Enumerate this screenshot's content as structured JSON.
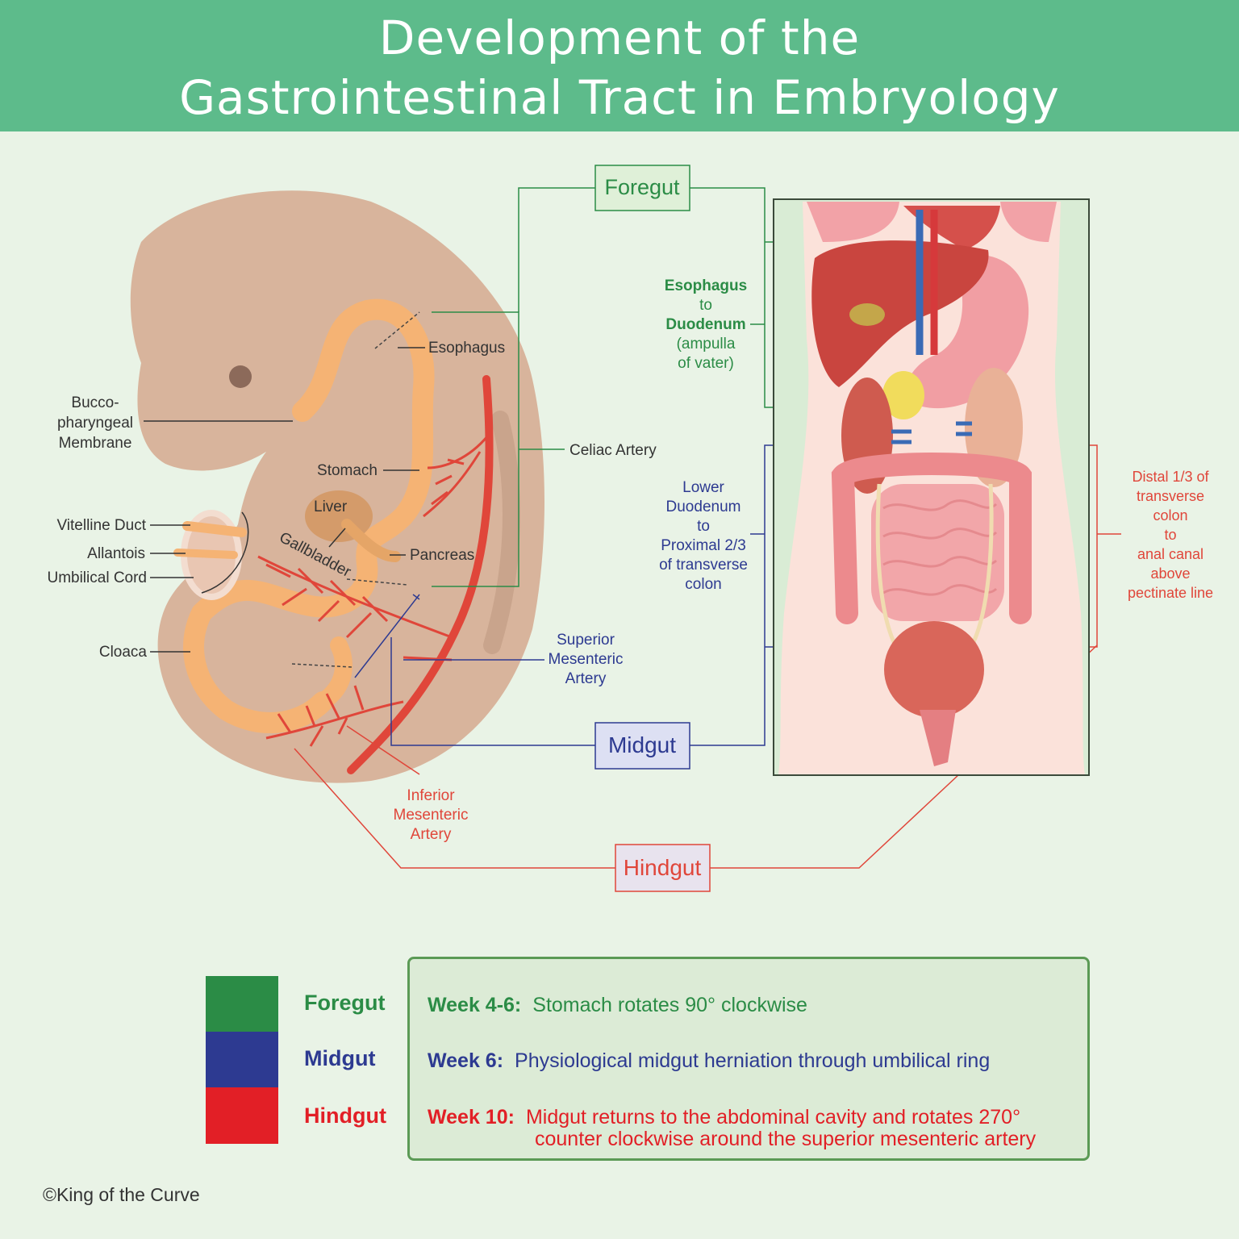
{
  "title": {
    "line1": "Development of the",
    "line2": "Gastrointestinal Tract in Embryology"
  },
  "colors": {
    "header": "#5dbb8b",
    "background": "#e9f3e6",
    "foregut": "#2b8c46",
    "midgut": "#2d3a91",
    "hindgut": "#e21f26",
    "embryo_skin": "#d8b49c",
    "gut_tube": "#f5b374",
    "artery": "#e0463a"
  },
  "embryo_labels": {
    "bucco": [
      "Bucco-",
      "pharyngeal",
      "Membrane"
    ],
    "vitelline": "Vitelline Duct",
    "allantois": "Allantois",
    "umbilical": "Umbilical Cord",
    "cloaca": "Cloaca",
    "esophagus": "Esophagus",
    "stomach": "Stomach",
    "liver": "Liver",
    "gallbladder": "Gallbladder",
    "pancreas": "Pancreas",
    "celiac": "Celiac Artery",
    "sma": [
      "Superior",
      "Mesenteric",
      "Artery"
    ],
    "ima": [
      "Inferior",
      "Mesenteric",
      "Artery"
    ]
  },
  "boxes": {
    "foregut": "Foregut",
    "midgut": "Midgut",
    "hindgut": "Hindgut"
  },
  "region_text": {
    "foregut": [
      "Esophagus",
      "to",
      "Duodenum",
      "(ampulla",
      "of vater)"
    ],
    "midgut": [
      "Lower",
      "Duodenum",
      "to",
      "Proximal 2/3",
      "of transverse",
      "colon"
    ],
    "hindgut": [
      "Distal 1/3 of",
      "transverse",
      "colon",
      "to",
      "anal canal",
      "above",
      "pectinate line"
    ]
  },
  "legend": [
    {
      "name": "Foregut",
      "color": "#2b8c46"
    },
    {
      "name": "Midgut",
      "color": "#2d3a91"
    },
    {
      "name": "Hindgut",
      "color": "#e21f26"
    }
  ],
  "timeline": [
    {
      "week": "Week 4-6:",
      "text": "Stomach rotates 90° clockwise",
      "text2": ""
    },
    {
      "week": "Week 6:",
      "text": "Physiological midgut herniation through umbilical ring",
      "text2": ""
    },
    {
      "week": "Week 10:",
      "text": "Midgut returns to the abdominal cavity and rotates 270°",
      "text2": "counter clockwise around the superior mesenteric artery"
    }
  ],
  "copyright": "©King of the Curve"
}
